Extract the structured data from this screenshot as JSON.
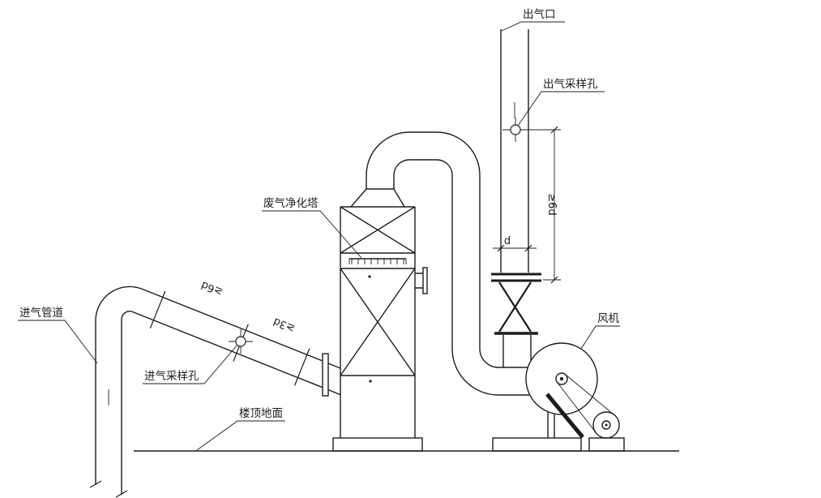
{
  "labels": {
    "inlet_pipe": "进气管道",
    "inlet_sampling_hole": "进气采样孔",
    "roof_ground": "楼顶地面",
    "purification_tower": "废气净化塔",
    "fan": "风机",
    "outlet": "出气口",
    "outlet_sampling_hole": "出气采样孔"
  },
  "dimensions": {
    "outlet_upstream_distance": "≥6d",
    "duct_diameter": "d",
    "inlet_upstream_distance": "≥6d",
    "inlet_downstream_distance": "≥3d"
  },
  "colors": {
    "line": "#1c1c1c",
    "background": "#ffffff"
  }
}
